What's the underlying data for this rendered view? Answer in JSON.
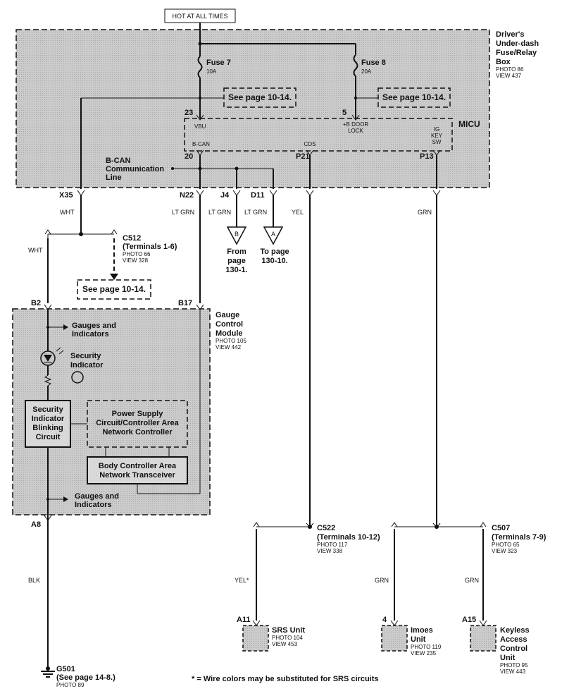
{
  "header": {
    "hot_label": "HOT AT ALL TIMES"
  },
  "fuse_box": {
    "title_lines": [
      "Driver's",
      "Under-dash",
      "Fuse/Relay",
      "Box"
    ],
    "photo": "PHOTO 86",
    "view": "VIEW 437",
    "fuse7": {
      "name": "Fuse 7",
      "rating": "10A"
    },
    "fuse8": {
      "name": "Fuse 8",
      "rating": "20A"
    },
    "ref_left": "See page 10-14.",
    "ref_right": "See page 10-14."
  },
  "micu": {
    "name": "MICU",
    "pin23": "23",
    "pin5": "5",
    "vbu": "VBU",
    "bdoor_lines": [
      "+B DOOR",
      "LOCK"
    ],
    "ig_lines": [
      "IG",
      "KEY",
      "SW"
    ],
    "bcan": "B-CAN",
    "cds": "CDS",
    "pin20": "20",
    "p21": "P21",
    "p13": "P13"
  },
  "bcan_line": {
    "lines": [
      "B-CAN",
      "Communication",
      "Line"
    ]
  },
  "connectors": {
    "x35": "X35",
    "n22": "N22",
    "j4": "J4",
    "d11": "D11",
    "c512": {
      "name": "C512",
      "terms": "(Terminals 1-6)",
      "photo": "PHOTO 66",
      "view": "VIEW 328"
    },
    "ref_c512": "See page 10-14.",
    "b2": "B2",
    "b17": "B17",
    "a8": "A8",
    "c522": {
      "name": "C522",
      "terms": "(Terminals 10-12)",
      "photo": "PHOTO 117",
      "view": "VIEW 338"
    },
    "c507": {
      "name": "C507",
      "terms": "(Terminals 7-9)",
      "photo": "PHOTO 65",
      "view": "VIEW 323"
    },
    "a11": "A11",
    "pin4": "4",
    "a15": "A15"
  },
  "wires": {
    "wht1": "WHT",
    "wht2": "WHT",
    "ltgrn1": "LT GRN",
    "ltgrn2": "LT GRN",
    "ltgrn3": "LT GRN",
    "yel": "YEL",
    "grn": "GRN",
    "blk": "BLK",
    "yel_star": "YEL*",
    "grn2": "GRN",
    "grn3": "GRN"
  },
  "offpage": {
    "b": {
      "letter": "B",
      "lines": [
        "From",
        "page",
        "130-1."
      ]
    },
    "a": {
      "letter": "A",
      "lines": [
        "To page",
        "130-10."
      ]
    }
  },
  "gauge_module": {
    "title_lines": [
      "Gauge",
      "Control",
      "Module"
    ],
    "photo": "PHOTO 105",
    "view": "VIEW 442",
    "gauges_top": [
      "Gauges and",
      "Indicators"
    ],
    "security_indicator": [
      "Security",
      "Indicator"
    ],
    "blinking": [
      "Security",
      "Indicator",
      "Blinking",
      "Circuit"
    ],
    "power_supply": [
      "Power Supply",
      "Circuit/Controller Area",
      "Network Controller"
    ],
    "transceiver": [
      "Body Controller Area",
      "Network Transceiver"
    ],
    "gauges_bottom": [
      "Gauges and",
      "Indicators"
    ]
  },
  "units": {
    "srs": {
      "name": "SRS Unit",
      "photo": "PHOTO 104",
      "view": "VIEW 453"
    },
    "imoes": {
      "name_lines": [
        "Imoes",
        "Unit"
      ],
      "photo": "PHOTO 119",
      "view": "VIEW 235"
    },
    "keyless": {
      "name_lines": [
        "Keyless",
        "Access",
        "Control",
        "Unit"
      ],
      "photo": "PHOTO 95",
      "view": "VIEW 443"
    }
  },
  "ground": {
    "name": "G501",
    "ref": "(See page 14-8.)",
    "photo": "PHOTO 89"
  },
  "footnote": "* = Wire colors may be substituted for SRS circuits",
  "colors": {
    "module_fill": "#c8c8c8",
    "ink": "#111111",
    "paper": "#ffffff"
  }
}
